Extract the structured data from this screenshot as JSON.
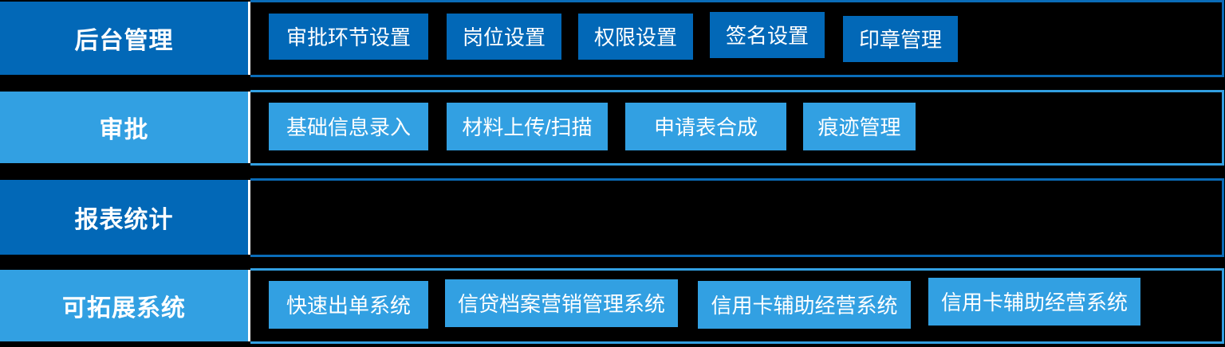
{
  "diagram": {
    "rows": [
      {
        "label": "后台管理",
        "buttons": [
          {
            "label": "审批环节设置"
          },
          {
            "label": "岗位设置"
          },
          {
            "label": "权限设置"
          },
          {
            "label": "签名设置"
          },
          {
            "label": "印章管理"
          }
        ]
      },
      {
        "label": "审批",
        "buttons": [
          {
            "label": "基础信息录入"
          },
          {
            "label": "材料上传/扫描"
          },
          {
            "label": "申请表合成"
          },
          {
            "label": "痕迹管理"
          }
        ]
      },
      {
        "label": "报表统计",
        "buttons": []
      },
      {
        "label": "可拓展系统",
        "buttons": [
          {
            "label": "快速出单系统"
          },
          {
            "label": "信贷档案营销管理系统"
          },
          {
            "label": "信用卡辅助经营系统"
          },
          {
            "label": "信用卡辅助经营系统"
          }
        ]
      }
    ],
    "colors": {
      "dark_blue": "#0268b7",
      "light_blue": "#32a0e2",
      "background": "#000000",
      "text": "#ffffff",
      "separator": "#ffffff"
    }
  }
}
